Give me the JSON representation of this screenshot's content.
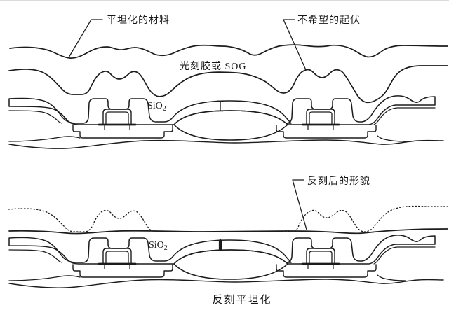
{
  "figure": {
    "title_caption": "反刻平坦化",
    "labels": {
      "planarized_material": "平坦化的材料",
      "unwanted_bumps": "不希望的起伏",
      "resist_or_sog": "光刻胶或 SOG",
      "sio2": "SiO",
      "sio2_sub": "2",
      "etched_profile": "反刻后的形貌"
    },
    "panels": {
      "top": "coated structure before etch-back",
      "bottom": "structure after etch-back"
    },
    "colors": {
      "line": "#1c1c1c",
      "background": "#ffffff"
    }
  }
}
